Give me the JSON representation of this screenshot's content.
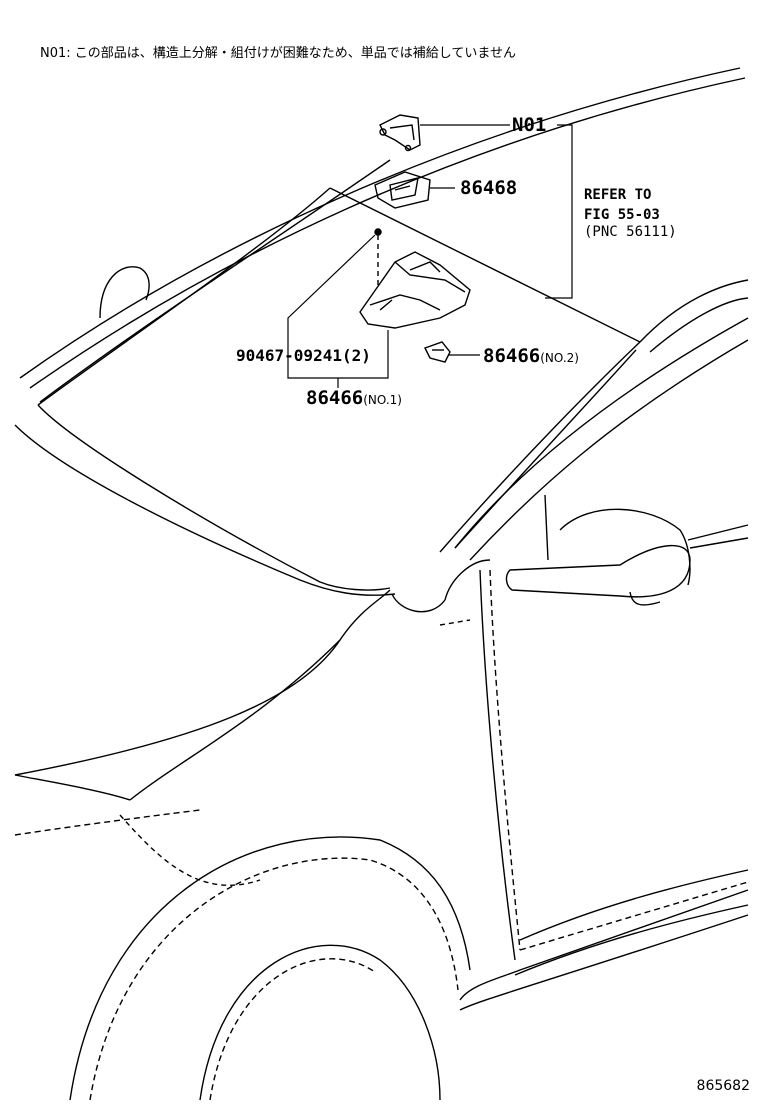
{
  "note": "N01: この部品は、構造上分解・組付けが困難なため、単品では補給していません",
  "callouts": {
    "n01": "N01",
    "p86468": "86468",
    "refer_line1": "REFER TO",
    "refer_line2": "FIG 55-03",
    "refer_line3": "(PNC 56111)",
    "p90467": "90467-09241",
    "p90467_qty": "(2)",
    "p86466_no2": "86466",
    "p86466_no2_suffix": "(NO.2)",
    "p86466_no1": "86466",
    "p86466_no1_suffix": "(NO.1)"
  },
  "figure_id": "865682"
}
